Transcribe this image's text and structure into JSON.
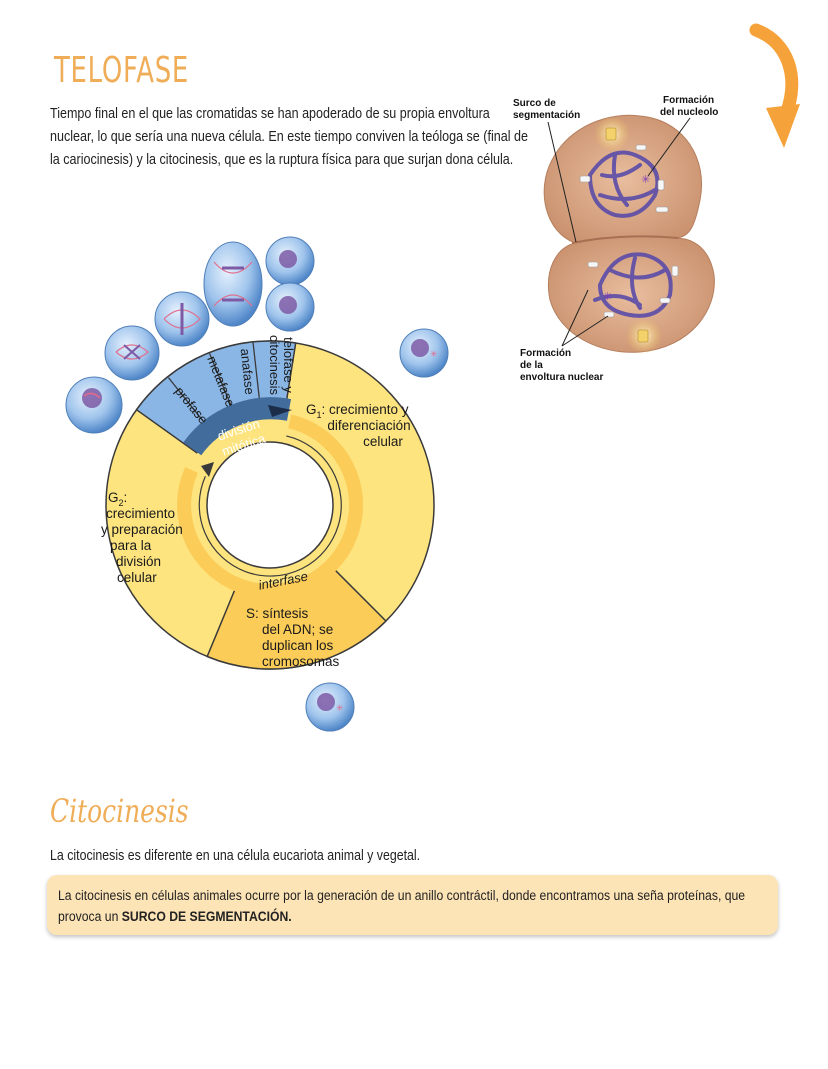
{
  "telofase": {
    "title": "TELOFASE",
    "text": "Tiempo final en el que las cromatidas se han apoderado de su propia envoltura nuclear, lo que sería una nueva célula. En este tiempo conviven la teóloga se (final de la cariocinesis) y la citocinesis, que es la ruptura física para que surjan dona célula."
  },
  "cell_cycle": {
    "mitotic_phases": {
      "profase": "profase",
      "metafase": "metafase",
      "anafase": "anafase",
      "telofase_1": "telofase y",
      "telofase_2": "citocinesis"
    },
    "division_1": "división",
    "division_2": "mitótica",
    "interfase": "interfase",
    "g1": {
      "label": "G",
      "sub": "1",
      "line1": ": crecimiento y",
      "line2": "diferenciación",
      "line3": "celular"
    },
    "g2": {
      "label": "G",
      "sub": "2",
      "line1": ":",
      "line2": "crecimiento",
      "line3": "y preparación",
      "line4": "para la",
      "line5": "división",
      "line6": "celular"
    },
    "s": {
      "line1": "S: síntesis",
      "line2": "del ADN; se",
      "line3": "duplican los",
      "line4": "cromosomas"
    },
    "colors": {
      "interphase": "#fde47f",
      "s_phase": "#fbcc58",
      "mitosis": "#8ab6e6",
      "stroke": "#3a3a3a"
    }
  },
  "telofase_figure": {
    "surco_1": "Surco de",
    "surco_2": "segmentación",
    "nucleolo_1": "Formación",
    "nucleolo_2": "del nucleolo",
    "envoltura_1": "Formación",
    "envoltura_2": "de la",
    "envoltura_3": "envoltura nuclear"
  },
  "citocinesis": {
    "title": "Citocinesis",
    "intro": "La citocinesis es diferente en una célula eucariota animal y vegetal.",
    "callout_text": "La citocinesis en células animales ocurre por la generación de un anillo contráctil, donde encontramos una seña proteínas, que provoca un ",
    "callout_bold": "SURCO DE SEGMENTACIÓN."
  },
  "accent_color": "#f0ad58",
  "icons": [
    "curved-arrow-icon"
  ]
}
